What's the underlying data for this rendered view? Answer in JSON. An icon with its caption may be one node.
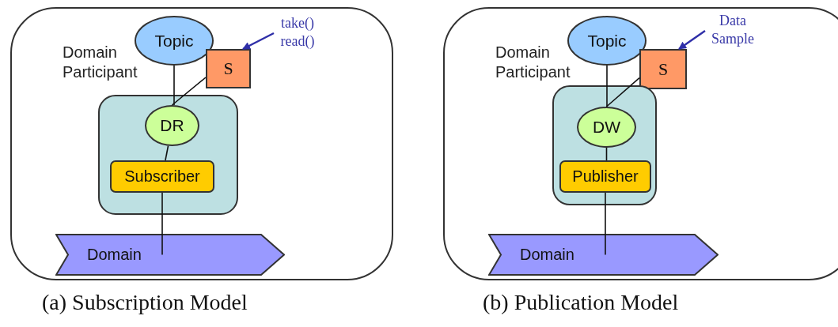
{
  "diagram": {
    "nodes": [
      {
        "text": [
          "Domain Participant"
        ],
        "beside": [
          "(a) Subscription Model"
        ]
      },
      {
        "text": [
          "Topic"
        ],
        "in": 0
      },
      {
        "text": [
          "S"
        ],
        "in": 0
      },
      {
        "text": [
          "take() read()"
        ],
        "in": 0
      },
      {
        "text": [],
        "shape": "box",
        "in": 0
      },
      {
        "text": [
          "DR"
        ],
        "in": 4
      },
      {
        "text": [
          "Subscriber"
        ],
        "in": 4
      },
      {
        "text": [
          "Domain"
        ],
        "in": 0
      },
      {
        "text": [
          "Domain Participant"
        ],
        "beside": [
          "(b) Publication Model"
        ]
      },
      {
        "text": [
          "Topic"
        ],
        "in": 8
      },
      {
        "text": [
          "S"
        ],
        "in": 8
      },
      {
        "text": [
          "Data Sample"
        ],
        "in": 8
      },
      {
        "text": [],
        "shape": "box",
        "in": 8
      },
      {
        "text": [
          "DW"
        ],
        "in": 12
      },
      {
        "text": [
          "Publisher"
        ],
        "in": 12
      },
      {
        "text": [
          "Domain"
        ],
        "in": 8
      }
    ],
    "edges": [
      {
        "from": 1,
        "to": 5,
        "arrow": "none"
      },
      {
        "from": 2,
        "to": 5,
        "arrow": "none"
      },
      {
        "from": 5,
        "to": 6,
        "arrow": "none"
      },
      {
        "from": 6,
        "to": 7,
        "arrow": "none"
      },
      {
        "from": 3,
        "to": 2,
        "arrow": "to",
        "color": "#2f2fa8"
      },
      {
        "from": 9,
        "to": 13,
        "arrow": "none"
      },
      {
        "from": 10,
        "to": 13,
        "arrow": "none"
      },
      {
        "from": 13,
        "to": 14,
        "arrow": "none"
      },
      {
        "from": 14,
        "to": 15,
        "arrow": "none"
      },
      {
        "from": 11,
        "to": 10,
        "arrow": "to",
        "color": "#2f2fa8"
      }
    ]
  }
}
